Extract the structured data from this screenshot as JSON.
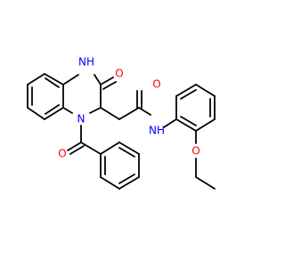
{
  "colors": {
    "background": "#ffffff",
    "bond": "#000000",
    "nitrogen": "#0000ff",
    "oxygen": "#ff0000"
  },
  "labels": {
    "nh_ring": "NH",
    "n_ring": "N",
    "o_ring_carbonyl": "O",
    "o_side_carbonyl": "O",
    "o_benzoyl": "O",
    "nh_amide": "NH",
    "o_ethoxy": "O"
  }
}
